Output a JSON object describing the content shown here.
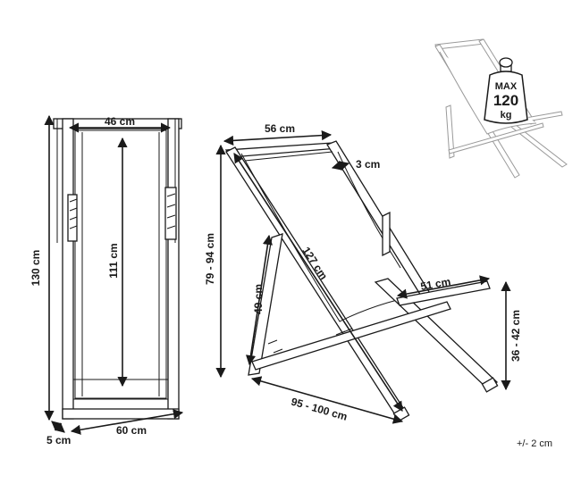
{
  "dimensions": {
    "seat_width": "46 cm",
    "seat_length": "111 cm",
    "folded_height": "130 cm",
    "folded_depth": "5 cm",
    "folded_width": "60 cm",
    "top_width": "56 cm",
    "frame_thickness": "3 cm",
    "total_height": "79 - 94 cm",
    "leg_length": "49 cm",
    "frame_length": "127 cm",
    "armrest_length": "51 cm",
    "seat_height": "36 - 42 cm",
    "total_depth": "95 - 100 cm"
  },
  "weight_badge": {
    "line1": "MAX",
    "line2": "120",
    "line3": "kg"
  },
  "tolerance": "+/- 2 cm"
}
